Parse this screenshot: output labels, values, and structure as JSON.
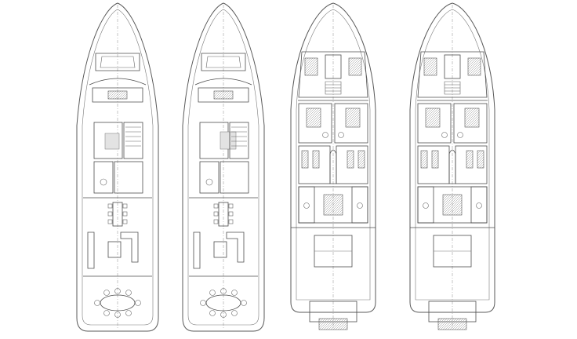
{
  "drawing": {
    "background": "#ffffff",
    "line_color": "#4d4d4d",
    "plans": [
      {
        "id": "plan-1",
        "deck": "main",
        "variant": "a"
      },
      {
        "id": "plan-2",
        "deck": "main",
        "variant": "b"
      },
      {
        "id": "plan-3",
        "deck": "lower",
        "variant": "a"
      },
      {
        "id": "plan-4",
        "deck": "lower",
        "variant": "b"
      }
    ]
  }
}
